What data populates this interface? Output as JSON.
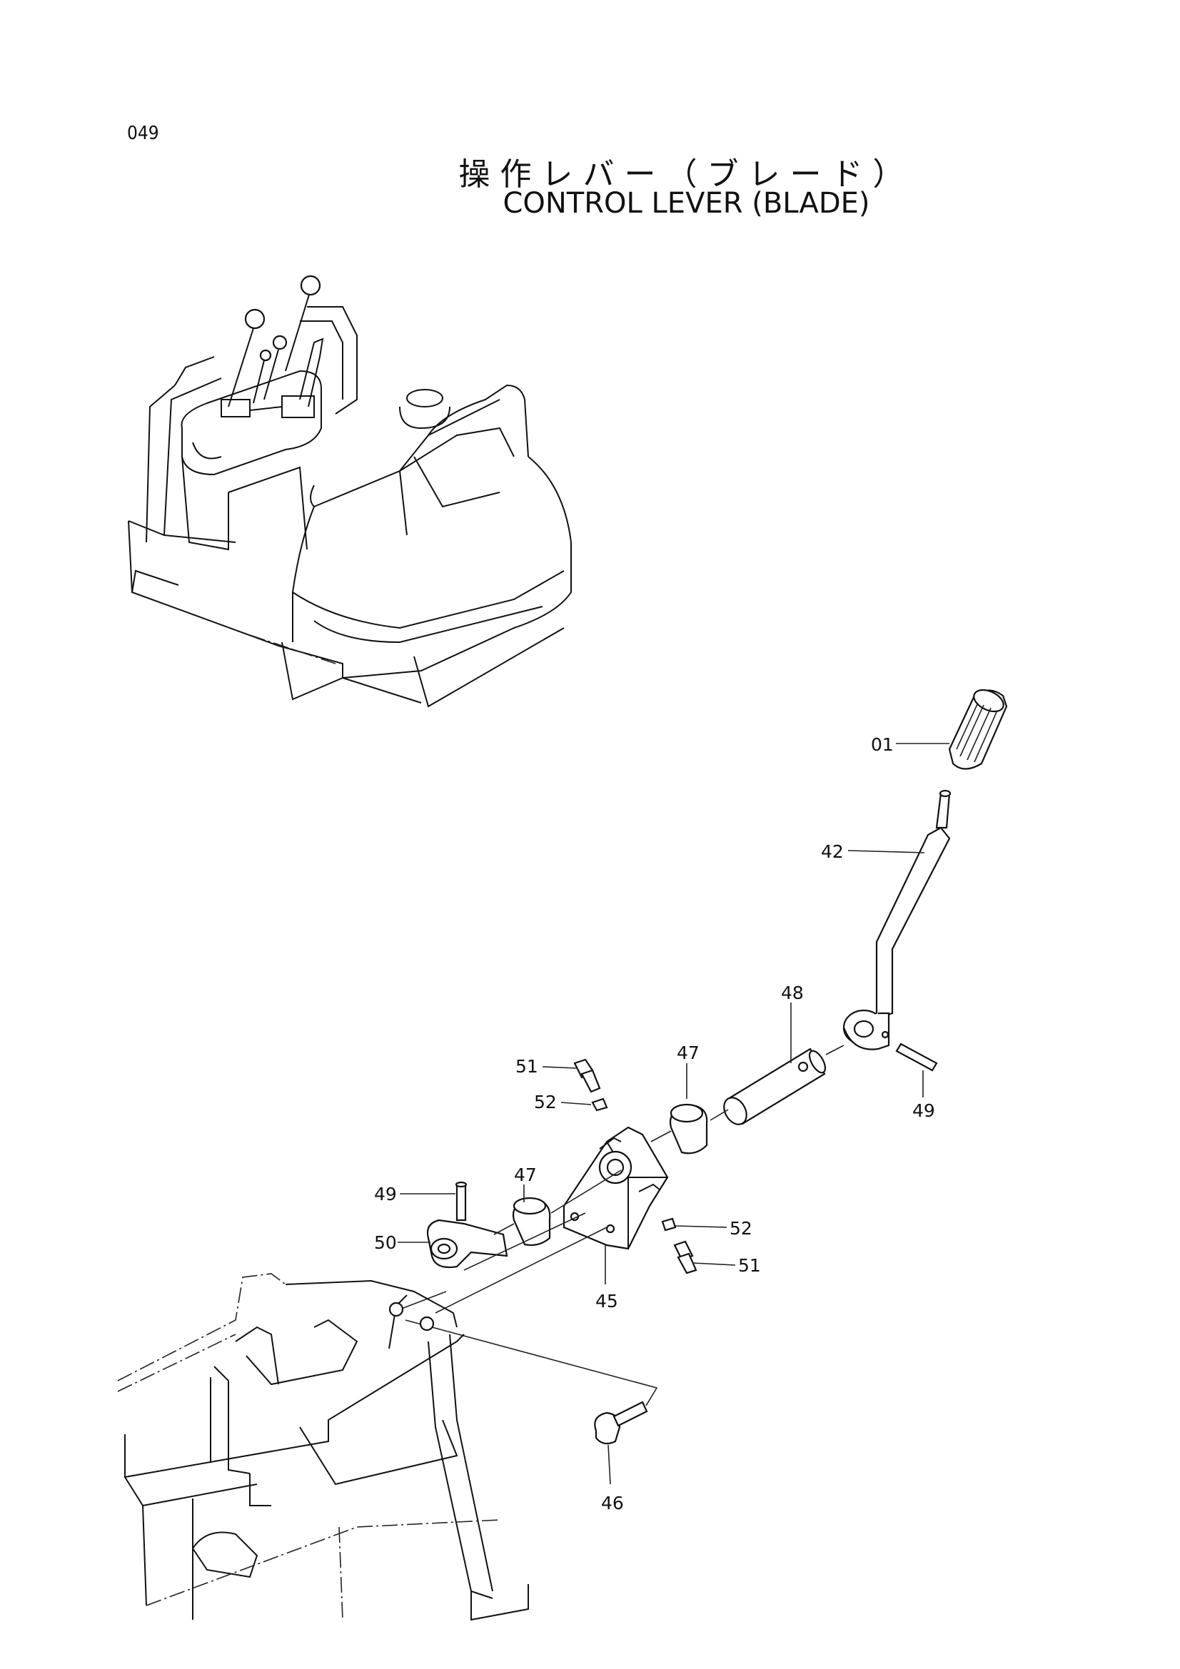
{
  "page": {
    "number": "049",
    "title_jp": "操作レバー（ブレード）",
    "title_en": "CONTROL LEVER (BLADE)"
  },
  "callouts": {
    "p01": "01",
    "p42": "42",
    "p48": "48",
    "p47a": "47",
    "p47b": "47",
    "p49a": "49",
    "p49b": "49",
    "p51a": "51",
    "p51b": "51",
    "p52a": "52",
    "p52b": "52",
    "p50": "50",
    "p45": "45",
    "p46": "46"
  }
}
